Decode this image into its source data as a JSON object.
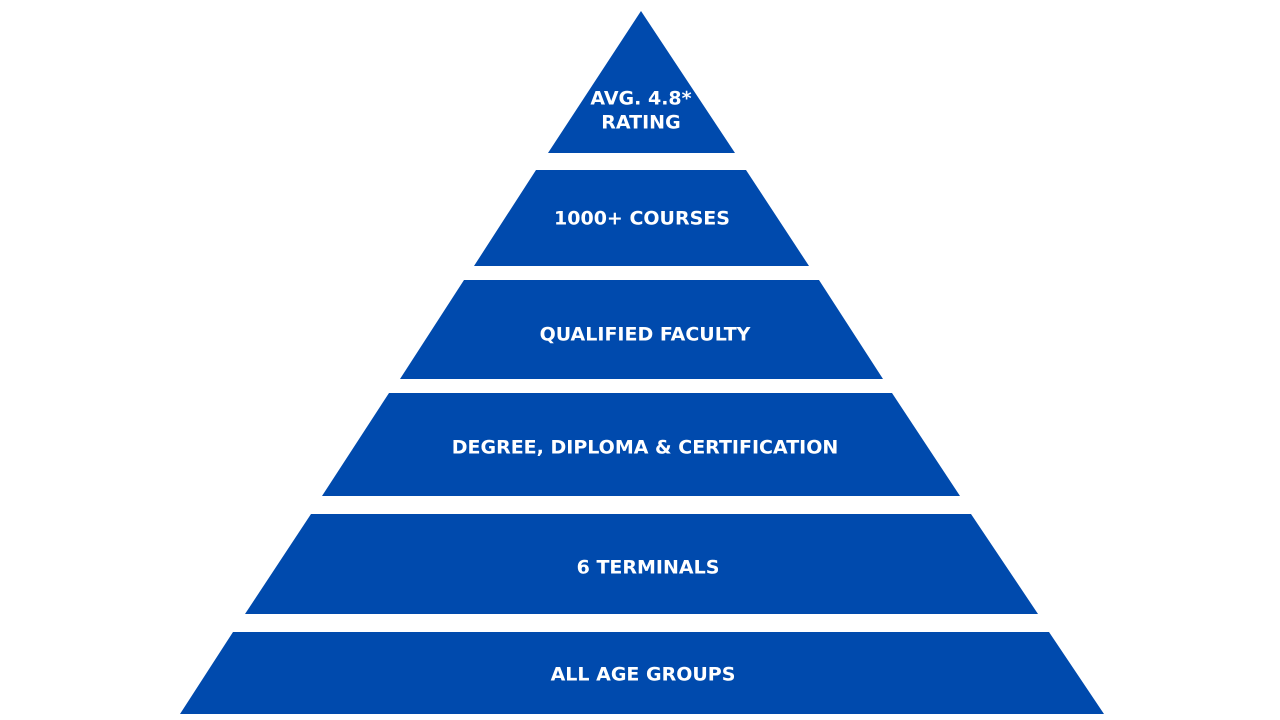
{
  "colors": {
    "tier_fill": "#004aad",
    "text": "#ffffff",
    "background": "#ffffff"
  },
  "tiers": [
    {
      "lines": [
        "AVG. 4.8*",
        "RATING"
      ]
    },
    {
      "lines": [
        "1000+ COURSES"
      ]
    },
    {
      "lines": [
        "QUALIFIED FACULTY"
      ]
    },
    {
      "lines": [
        "DEGREE, DIPLOMA & CERTIFICATION"
      ]
    },
    {
      "lines": [
        "6 TERMINALS"
      ]
    },
    {
      "lines": [
        "ALL AGE GROUPS"
      ]
    }
  ]
}
